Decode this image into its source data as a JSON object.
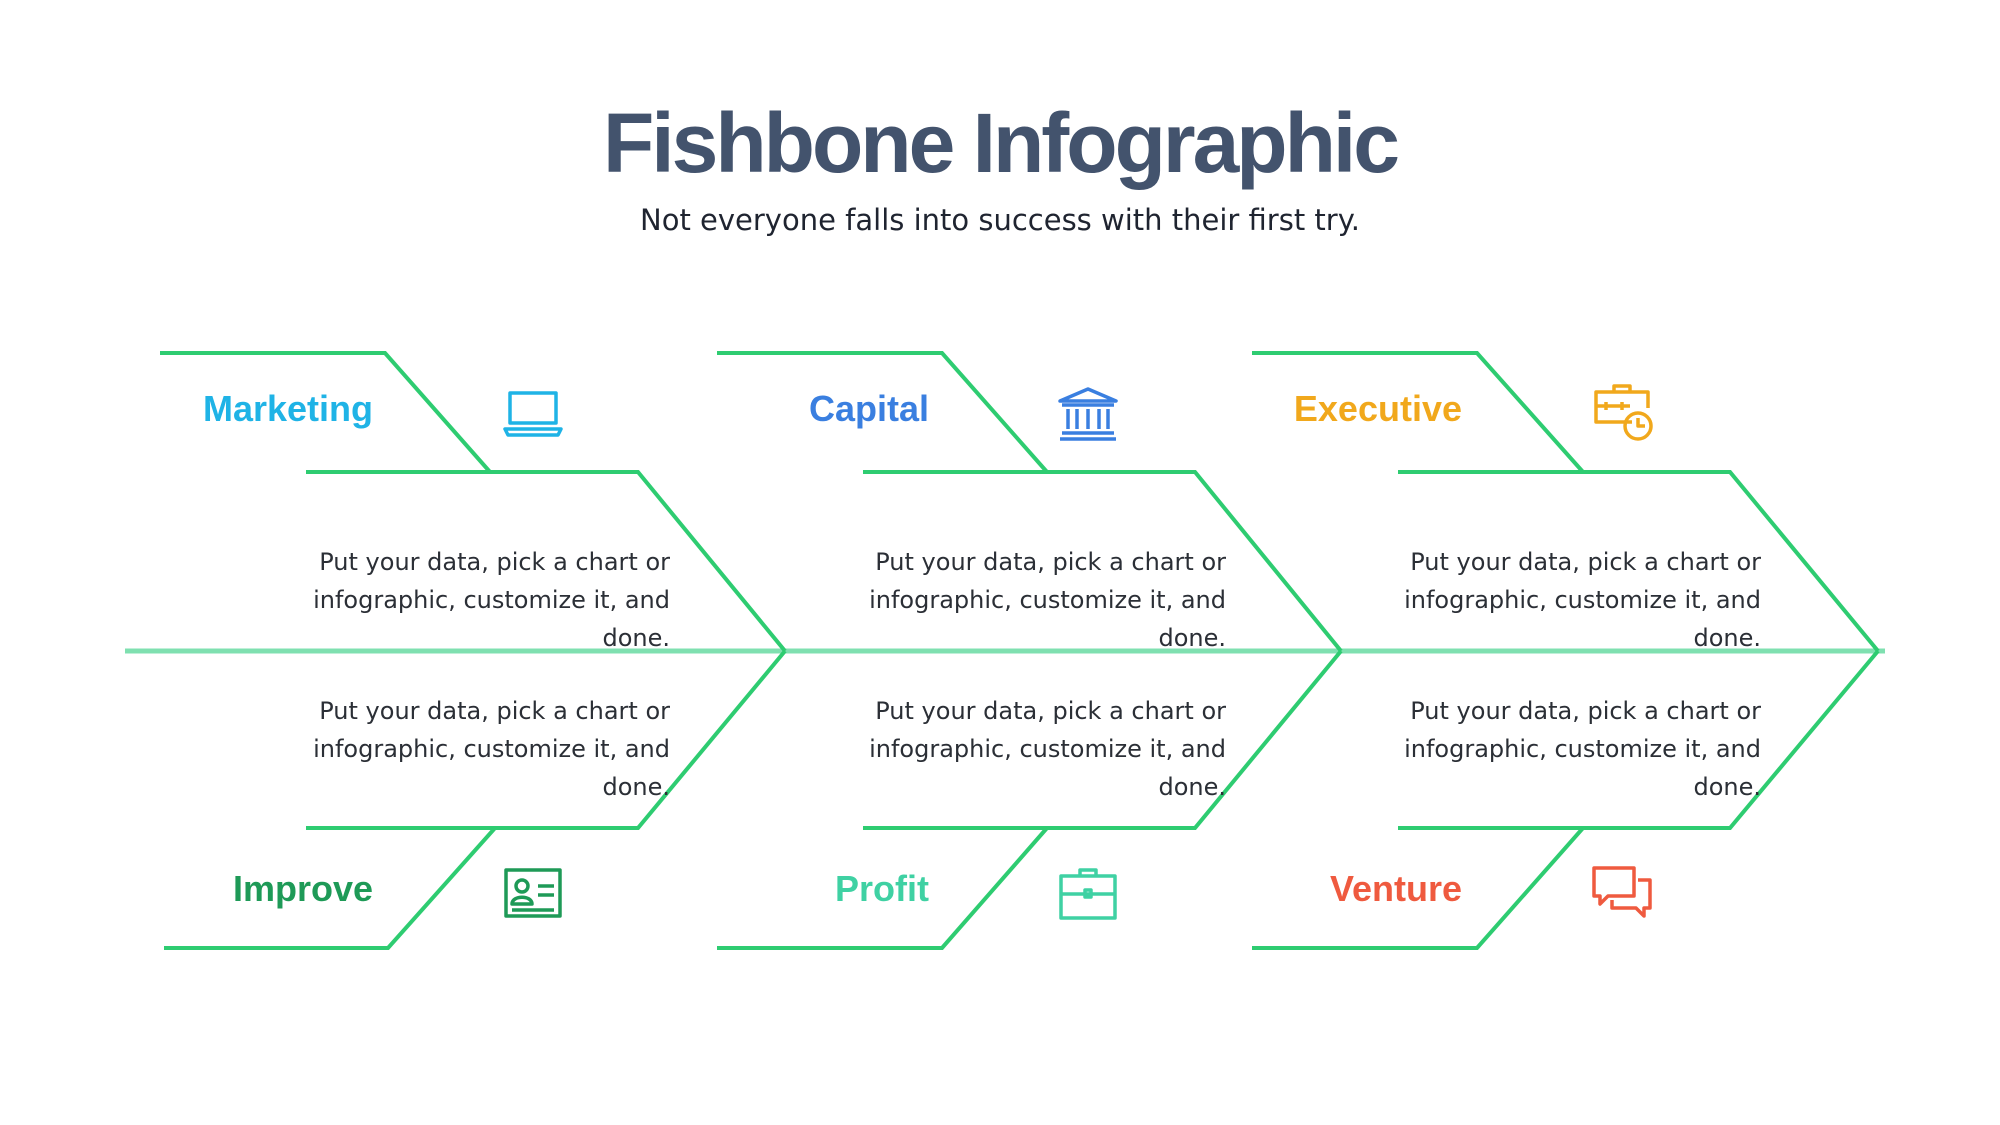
{
  "title": "Fishbone Infographic",
  "subtitle": "Not everyone falls into success with their first try.",
  "colors": {
    "line": "#2ecc71",
    "spine": "#7fe0b0",
    "marketing": "#1fb3e6",
    "capital": "#3a7fe0",
    "executive": "#f1a81c",
    "improve": "#1e9a57",
    "profit": "#3fd1a3",
    "venture": "#ef5a3f"
  },
  "categories": [
    {
      "name": "Marketing",
      "icon": "laptop-icon"
    },
    {
      "name": "Capital",
      "icon": "bank-icon"
    },
    {
      "name": "Executive",
      "icon": "briefcase-clock-icon"
    },
    {
      "name": "Improve",
      "icon": "id-card-icon"
    },
    {
      "name": "Profit",
      "icon": "briefcase-icon"
    },
    {
      "name": "Venture",
      "icon": "chat-icon"
    }
  ],
  "descriptions": [
    "Put your data, pick a chart or infographic, customize it, and done.",
    "Put your data, pick a chart or infographic, customize it, and done.",
    "Put your data, pick a chart or infographic, customize it, and done.",
    "Put your data, pick a chart or infographic, customize it, and done.",
    "Put your data, pick a chart or infographic, customize it, and done.",
    "Put your data, pick a chart or infographic, customize it, and done."
  ]
}
